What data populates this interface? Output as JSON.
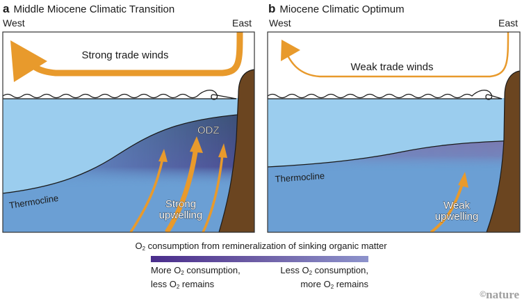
{
  "panels": [
    {
      "letter": "a",
      "title": "Middle Miocene Climatic Transition",
      "west_label": "West",
      "east_label": "East",
      "wind_label": "Strong trade winds",
      "thermocline_label": "Thermocline",
      "odz_label": "ODZ",
      "upwelling_label_line1": "Strong",
      "upwelling_label_line2": "upwelling"
    },
    {
      "letter": "b",
      "title": "Miocene Climatic Optimum",
      "west_label": "West",
      "east_label": "East",
      "wind_label": "Weak trade winds",
      "thermocline_label": "Thermocline",
      "upwelling_label_line1": "Weak",
      "upwelling_label_line2": "upwelling"
    }
  ],
  "legend": {
    "title_prefix": "O",
    "title_sub": "2",
    "title_suffix": " consumption from remineralization of sinking organic matter",
    "left_line1_prefix": "More O",
    "left_line1_sub": "2",
    "left_line1_suffix": " consumption,",
    "left_line2_prefix": "less O",
    "left_line2_sub": "2",
    "left_line2_suffix": " remains",
    "right_line1_prefix": "Less O",
    "right_line1_sub": "2",
    "right_line1_suffix": " consumption,",
    "right_line2_prefix": "more O",
    "right_line2_sub": "2",
    "right_line2_suffix": " remains"
  },
  "colors": {
    "wind_arrow": "#e89a2c",
    "surface_water": "#9bcdee",
    "deep_water": "#6b9fd4",
    "odz_dark": "#3c5277",
    "land": "#6b4520",
    "colorbar_start": "#4a2d8c",
    "colorbar_end": "#8d93cc"
  },
  "credit": {
    "symbol": "©",
    "text": "nature"
  }
}
